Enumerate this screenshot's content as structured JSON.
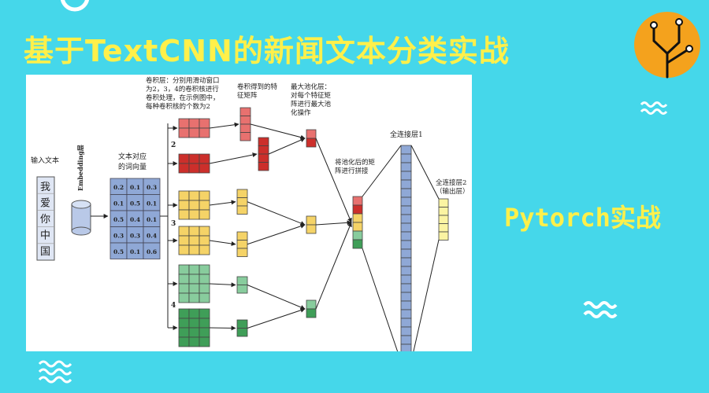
{
  "title": "基于TextCNN的新闻文本分类实战",
  "badge": "Pytorch实战",
  "diagram": {
    "input_label": "输入文本",
    "input_chars": [
      "我",
      "爱",
      "你",
      "中",
      "国"
    ],
    "embedding_label": "Embedding层",
    "wordvec_label_1": "文本对应",
    "wordvec_label_2": "的词向量",
    "matrix": [
      [
        "0.2",
        "0.1",
        "0.3"
      ],
      [
        "0.1",
        "0.5",
        "0.1"
      ],
      [
        "0.5",
        "0.4",
        "0.1"
      ],
      [
        "0.3",
        "0.3",
        "0.4"
      ],
      [
        "0.5",
        "0.1",
        "0.6"
      ]
    ],
    "conv_label": [
      "卷积层：分别用滑动窗口",
      "为2，3，4的卷积核进行",
      "卷积处理，在示例图中，",
      "每种卷积核的个数为2"
    ],
    "feature_label": [
      "卷积得到的特",
      "征矩阵"
    ],
    "pool_label": [
      "最大池化层：",
      "对每个特征矩",
      "阵进行最大池",
      "化操作"
    ],
    "concat_label": [
      "将池化后的矩",
      "阵进行拼接"
    ],
    "fc1_label": "全连接层1",
    "fc2_label": [
      "全连接层2",
      "（输出层）"
    ],
    "window_sizes": [
      "2",
      "3",
      "4"
    ],
    "colors": {
      "red": "#e8716f",
      "red_dark": "#cc2f2b",
      "yellow": "#f5d367",
      "green": "#88cc9d",
      "green_dark": "#3f9e58",
      "blue": "#8fa8d6",
      "fc2": "#fbf4a2"
    }
  }
}
